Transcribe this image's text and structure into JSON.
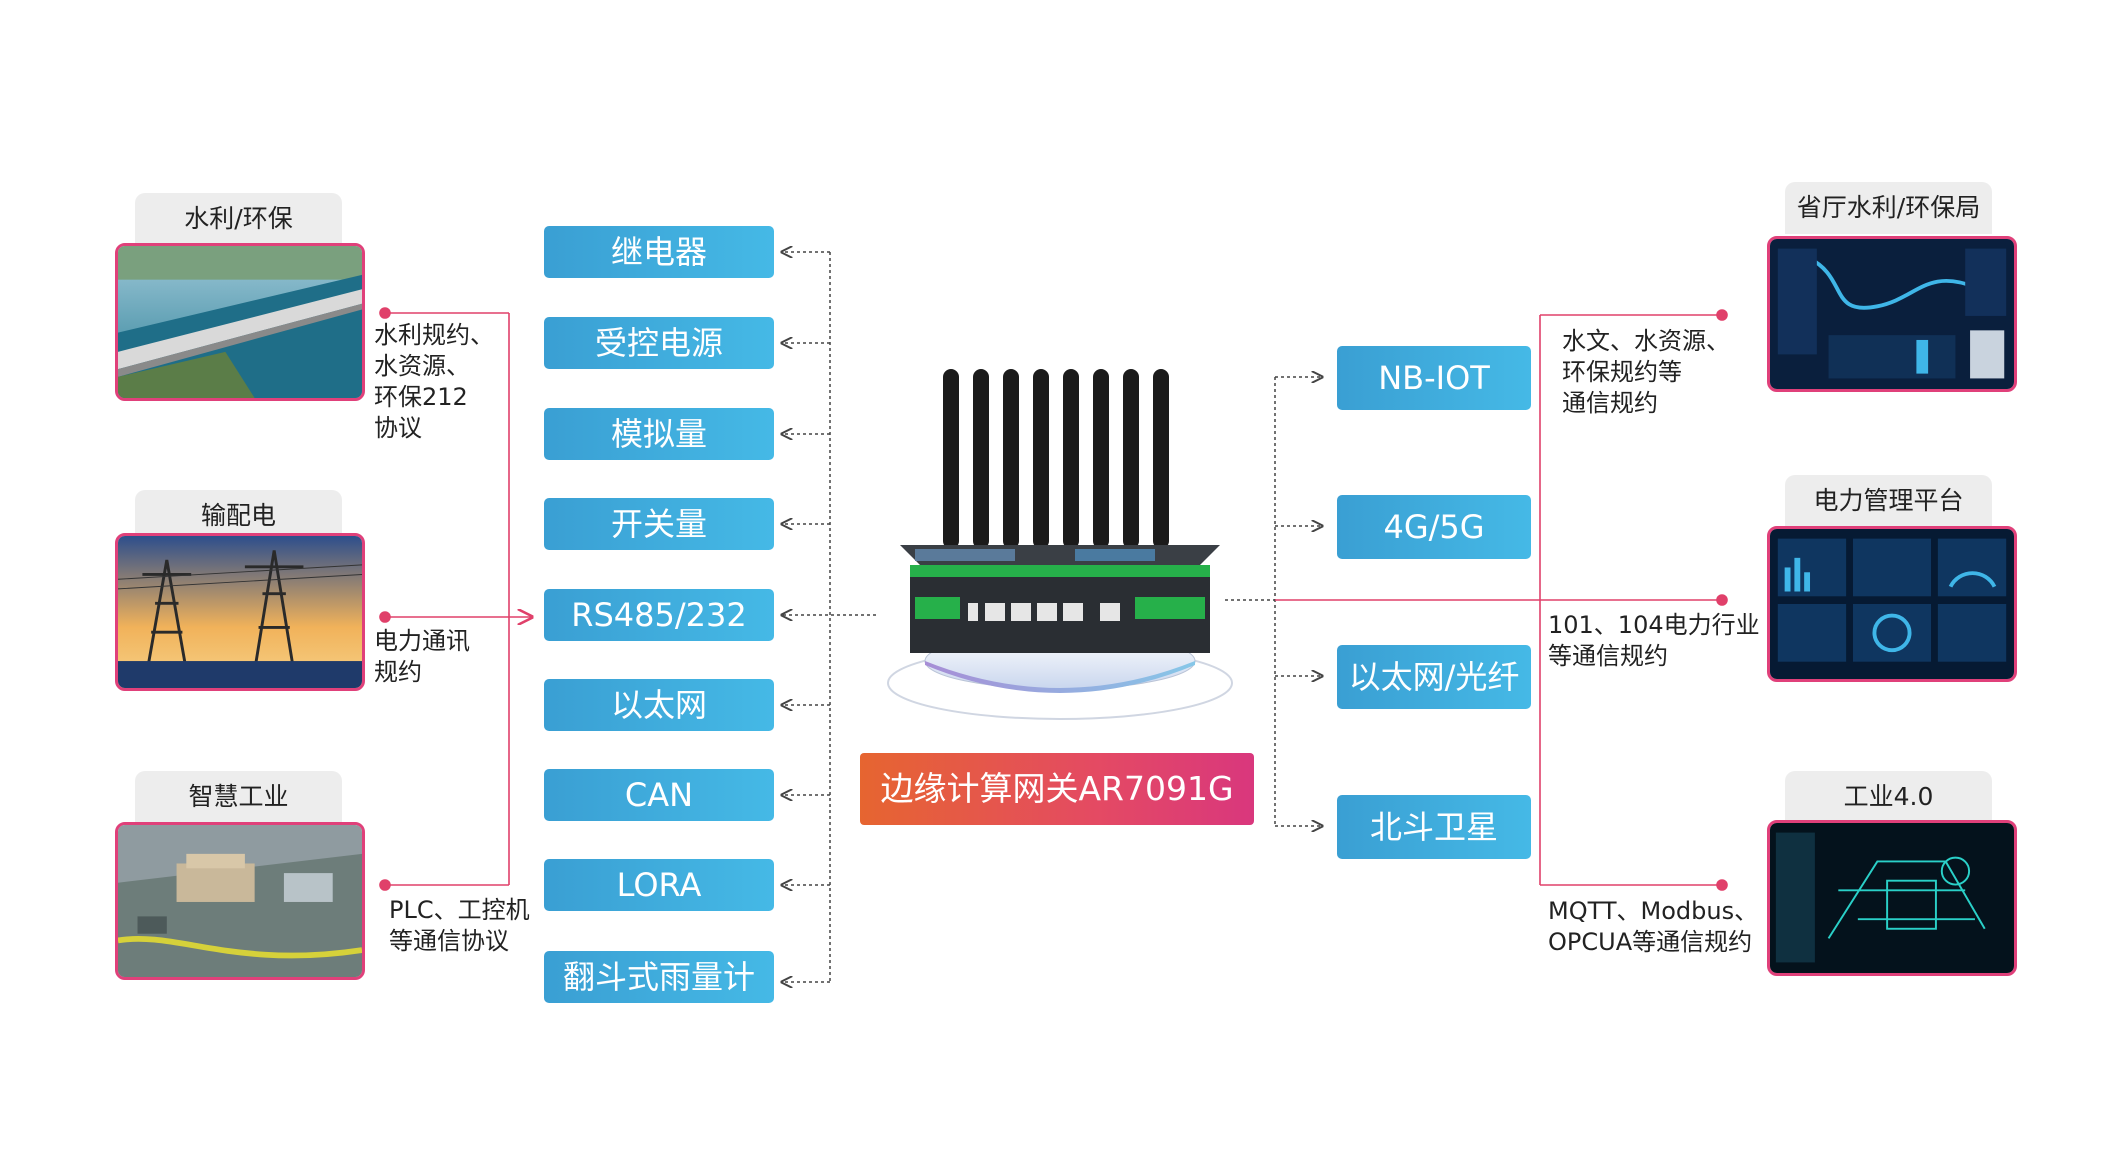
{
  "left_sectors": [
    {
      "title": "水利/环保",
      "note": "水利规约、\n水资源、\n环保212\n协议"
    },
    {
      "title": "输配电",
      "note": "电力通讯\n规约"
    },
    {
      "title": "智慧工业",
      "note": "PLC、工控机\n等通信协议"
    }
  ],
  "interfaces": [
    "继电器",
    "受控电源",
    "模拟量",
    "开关量",
    "RS485/232",
    "以太网",
    "CAN",
    "LORA",
    "翻斗式雨量计"
  ],
  "device_label": "边缘计算网关AR7091G",
  "networks": [
    "NB-IOT",
    "4G/5G",
    "以太网/光纤",
    "北斗卫星"
  ],
  "right_platforms": [
    {
      "title": "省厅水利/环保局",
      "note": "水文、水资源、\n环保规约等\n通信规约"
    },
    {
      "title": "电力管理平台",
      "note": "101、104电力行业\n等通信规约"
    },
    {
      "title": "工业4.0",
      "note": "MQTT、Modbus、\nOPCUA等通信规约"
    }
  ],
  "colors": {
    "pill_blue": "#3aa8dc",
    "connector_red": "#e0406a",
    "accent_orange": "#e66530",
    "accent_magenta": "#d9377d"
  }
}
